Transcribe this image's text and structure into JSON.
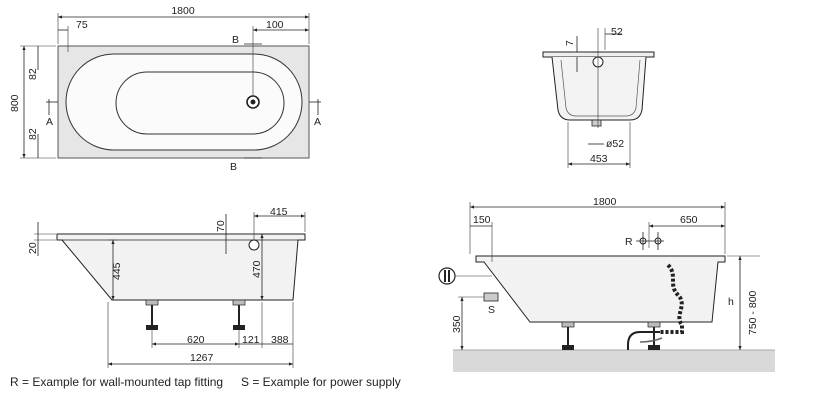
{
  "plan": {
    "length": "1800",
    "offset_left": "75",
    "offset_right": "100",
    "width": "800",
    "offset_top": "82",
    "offset_bottom": "82",
    "section_a": "A",
    "section_b": "B"
  },
  "cross_section": {
    "dim_rim": "7",
    "dim_drain_offset": "52",
    "dim_drain_dia": "ø52",
    "dim_bottom_width": "453"
  },
  "side_view": {
    "dim_rim_height": "20",
    "dim_depth": "445",
    "dim_overflow": "70",
    "dim_overflow_to_end": "415",
    "dim_drain_height": "470",
    "dim_foot_spacing": "620",
    "dim_foot_to_drain": "121",
    "dim_drain_to_end": "388",
    "dim_total_base": "1267"
  },
  "installation_view": {
    "length": "1800",
    "dim_wall_offset": "150",
    "dim_tap_to_end": "650",
    "tap_label": "R",
    "power_label": "S",
    "dim_power_height": "350",
    "height_label": "h",
    "height_range": "750 - 800"
  },
  "legend": {
    "tap_note": "R = Example for wall-mounted tap fitting",
    "power_note": "S = Example for power supply"
  },
  "colors": {
    "tub_fill": "#e8e8e8",
    "floor_fill": "#d9d9d9",
    "line": "#222222"
  }
}
